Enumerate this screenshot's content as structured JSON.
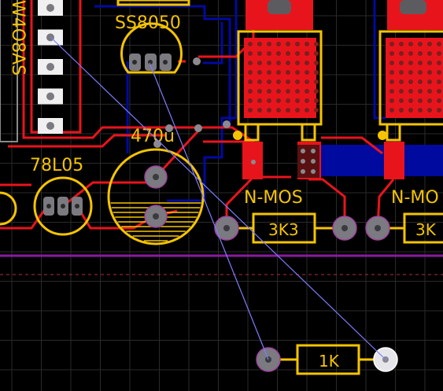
{
  "board": {
    "colors": {
      "background": "#000000",
      "grid": "#2a2a2a",
      "top_copper": "#e8141c",
      "bottom_copper": "#000a9e",
      "silkscreen": "#f5c400",
      "pad": "#7a7a80",
      "pad_hole": "#3a3a40",
      "board_edge": "#8a1aa0",
      "ratsnest": "#7d7dff",
      "keepout": "#b03040"
    }
  },
  "components": {
    "ic": {
      "label": "W4O8AS"
    },
    "transistor_q1": {
      "label": "SS8050"
    },
    "regulator_u1": {
      "label": "78L05"
    },
    "capacitor_c1": {
      "label": "470u"
    },
    "mosfet_q2": {
      "label": "N-MOS"
    },
    "mosfet_q3": {
      "label": "N-MO"
    },
    "resistor_r1": {
      "label": "3K3"
    },
    "resistor_r2": {
      "label": "3K"
    },
    "resistor_r3": {
      "label": "1K"
    }
  }
}
